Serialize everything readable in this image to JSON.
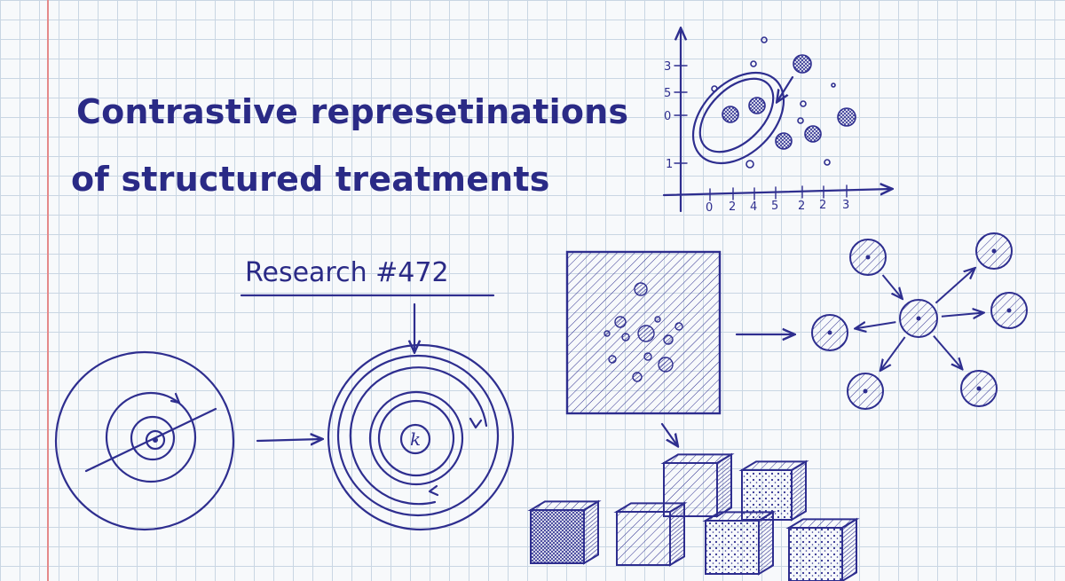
{
  "title": {
    "line1": "Contrastive represetinations",
    "line2": "of structured treatments"
  },
  "research_label": "Research #472",
  "k_label": "k",
  "axes": {
    "y_ticks": [
      "3",
      "5",
      "0",
      "1"
    ],
    "x_ticks": [
      "0",
      "2",
      "4",
      "5",
      "2",
      "2",
      "3"
    ]
  },
  "colors": {
    "ink": "#2e2e8f",
    "paper": "#f7f9fb",
    "grid": "#c9d6e3",
    "margin_line": "#e58a8a"
  }
}
